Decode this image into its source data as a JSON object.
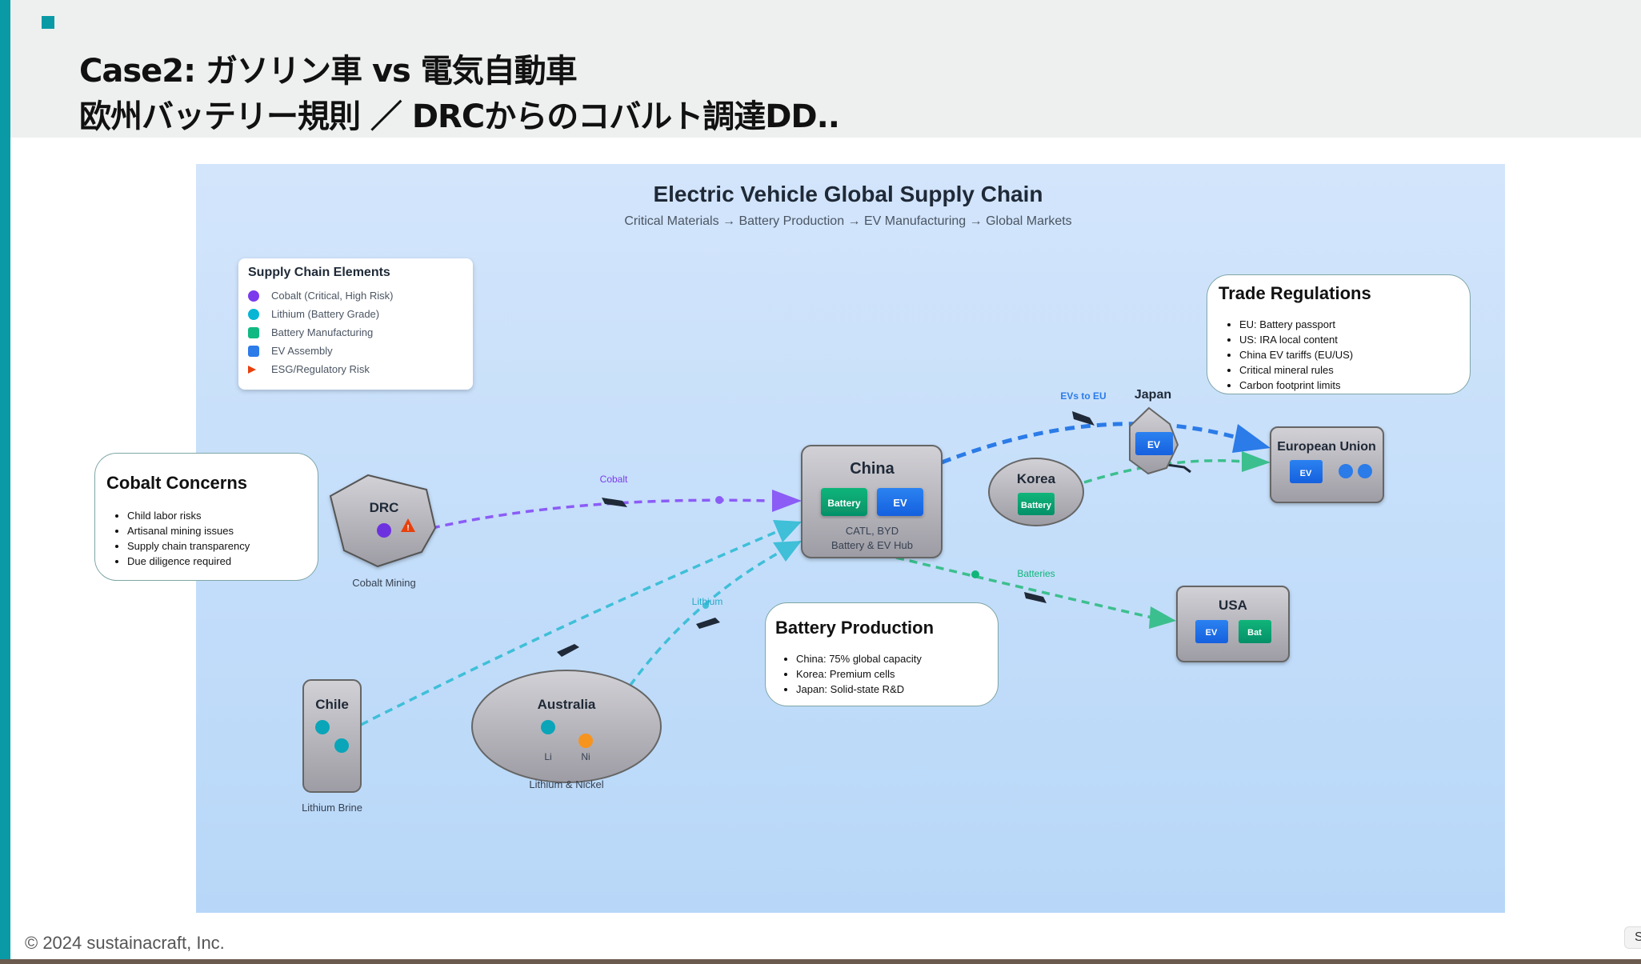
{
  "header": {
    "title_line1": "Case2: ガソリン車 vs 電気自動車",
    "title_line2": "欧州バッテリー規則 ／ DRCからのコバルト調達DD.."
  },
  "diagram": {
    "title": "Electric Vehicle Global Supply Chain",
    "subtitle": "Critical Materials → Battery Production → EV Manufacturing → Global Markets",
    "legend": {
      "title": "Supply Chain Elements",
      "items": [
        {
          "label": "Cobalt (Critical, High Risk)",
          "color": "#7c3aed",
          "shape": "circle"
        },
        {
          "label": "Lithium (Battery Grade)",
          "color": "#06b6d4",
          "shape": "circle"
        },
        {
          "label": "Battery Manufacturing",
          "color": "#10b981",
          "shape": "square"
        },
        {
          "label": "EV Assembly",
          "color": "#2b7be8",
          "shape": "square"
        },
        {
          "label": "ESG/Regulatory Risk",
          "color": "#e8400c",
          "shape": "triangle"
        }
      ]
    },
    "trade_regulations": {
      "title": "Trade Regulations",
      "items": [
        "EU: Battery passport",
        "US: IRA local content",
        "China EV tariffs (EU/US)",
        "Critical mineral rules",
        "Carbon footprint limits"
      ]
    },
    "cobalt_concerns": {
      "title": "Cobalt Concerns",
      "items": [
        "Child labor risks",
        "Artisanal mining issues",
        "Supply chain transparency",
        "Due diligence required"
      ]
    },
    "battery_production": {
      "title": "Battery Production",
      "items": [
        "China: 75% global capacity",
        "Korea: Premium cells",
        "Japan: Solid-state R&D"
      ]
    },
    "nodes": {
      "drc": {
        "name": "DRC",
        "caption": "Cobalt Mining"
      },
      "china": {
        "name": "China",
        "battery": "Battery",
        "ev": "EV",
        "line1": "CATL, BYD",
        "line2": "Battery & EV Hub"
      },
      "korea": {
        "name": "Korea",
        "battery": "Battery"
      },
      "japan": {
        "name": "Japan",
        "ev": "EV"
      },
      "eu": {
        "name": "European Union",
        "ev": "EV"
      },
      "usa": {
        "name": "USA",
        "ev": "EV",
        "bat": "Bat"
      },
      "chile": {
        "name": "Chile",
        "caption": "Lithium Brine"
      },
      "australia": {
        "name": "Australia",
        "li": "Li",
        "ni": "Ni",
        "caption": "Lithium & Nickel"
      }
    },
    "flows": {
      "cobalt": "Cobalt",
      "lithium": "Lithium",
      "evs_to_eu": "EVs to EU",
      "batteries": "Batteries"
    },
    "colors": {
      "cobalt": "#8b5cf6",
      "lithium": "#3fbfd8",
      "ev": "#2b7be8",
      "battery": "#3cbf8e",
      "nickel": "#f7941d"
    }
  },
  "footer": {
    "copyright": "© 2024 sustainacraft, Inc.",
    "button": "S"
  }
}
